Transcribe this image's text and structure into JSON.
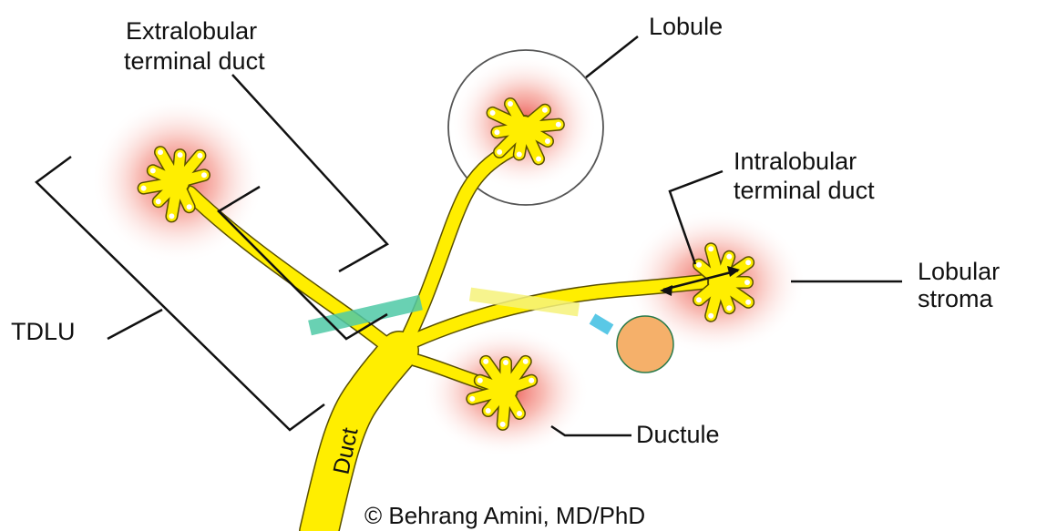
{
  "labels": {
    "extralobular": [
      "Extralobular",
      "terminal duct"
    ],
    "lobule": "Lobule",
    "intralobular": [
      "Intralobular",
      "terminal duct"
    ],
    "lobular_stroma": [
      "Lobular",
      "stroma"
    ],
    "tdlu": "TDLU",
    "ductule": "Ductule",
    "duct": "Duct"
  },
  "credit": "© Behrang Amini, MD/PhD",
  "colors": {
    "duct": "#ffee00",
    "duct_outline": "#5a5000",
    "glow": "#e8322e",
    "line": "#111111",
    "teal_bar": "#4fc9a6",
    "yellow_bar": "#f6f27a",
    "blue_bar": "#5ac8e6",
    "orange_circle": "#f5b06a"
  }
}
